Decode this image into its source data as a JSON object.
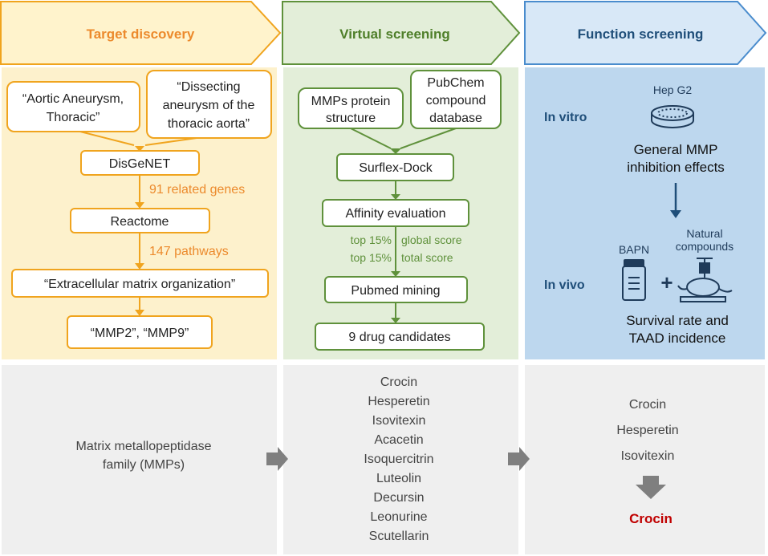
{
  "colors": {
    "orange": "#f0a41e",
    "orange_text": "#ec8a2c",
    "orange_bg": "#fdf1cc",
    "green": "#5f913b",
    "green_text": "#4f7f2a",
    "green_bg": "#e3eed9",
    "blue": "#4a8ccd",
    "blue_text": "#1f4e79",
    "blue_bg": "#bdd7ee",
    "gray_bg": "#efefef",
    "gray_arrow": "#7f7f7f",
    "highlight_red": "#c00000"
  },
  "headers": {
    "target": "Target discovery",
    "virtual": "Virtual screening",
    "function": "Function screening"
  },
  "target": {
    "term1_line1": "“Aortic Aneurysm,",
    "term1_line2": "Thoracic”",
    "term2_line1": "“Dissecting",
    "term2_line2": "aneurysm of the",
    "term2_line3": "thoracic aorta”",
    "disgenet": "DisGeNET",
    "genes_label": "91 related genes",
    "reactome": "Reactome",
    "pathways_label": "147 pathways",
    "ecm": "“Extracellular matrix organization”",
    "mmp": "“MMP2”, “MMP9”"
  },
  "virtual": {
    "protein_line1": "MMPs protein",
    "protein_line2": "structure",
    "pubchem_line1": "PubChem",
    "pubchem_line2": "compound",
    "pubchem_line3": "database",
    "surflex": "Surflex-Dock",
    "affinity": "Affinity evaluation",
    "crit1_pct": "top 15%",
    "crit1_score": "global score",
    "crit2_pct": "top 15%",
    "crit2_score": "total score",
    "pubmed": "Pubmed mining",
    "candidates": "9 drug candidates"
  },
  "function": {
    "in_vitro": "In vitro",
    "hepg2": "Hep G2",
    "mmp_line1": "General MMP",
    "mmp_line2": "inhibition effects",
    "in_vivo": "In vivo",
    "bapn": "BAPN",
    "natural_line1": "Natural",
    "natural_line2": "compounds",
    "plus": "+",
    "survival_line1": "Survival rate and",
    "survival_line2": "TAAD incidence"
  },
  "bottom": {
    "family_line1": "Matrix metallopeptidase",
    "family_line2": "family (MMPs)",
    "candidates": [
      "Crocin",
      "Hesperetin",
      "Isovitexin",
      "Acacetin",
      "Isoquercitrin",
      "Luteolin",
      "Decursin",
      "Leonurine",
      "Scutellarin"
    ],
    "validated": [
      "Crocin",
      "Hesperetin",
      "Isovitexin"
    ],
    "final": "Crocin"
  }
}
